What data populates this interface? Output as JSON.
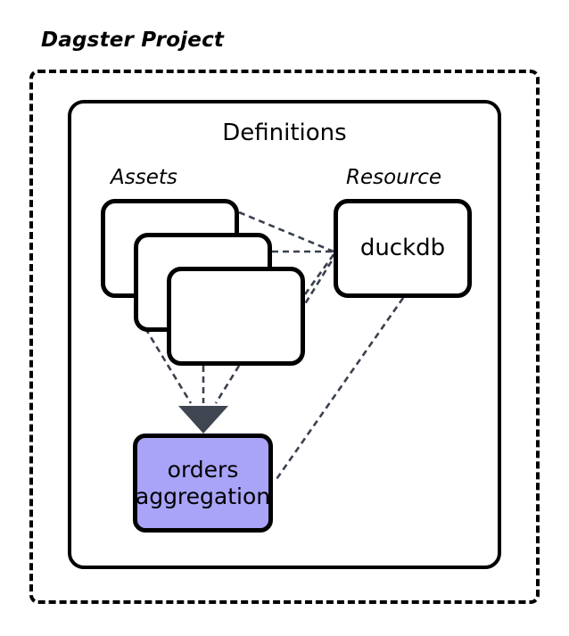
{
  "diagram": {
    "title": "Dagster Project",
    "container": {
      "label": "Definitions",
      "style": "solid-rounded"
    },
    "frame_style": "dashed-rounded",
    "sections": [
      {
        "id": "assets",
        "caption": "Assets"
      },
      {
        "id": "resource",
        "caption": "Resource"
      }
    ],
    "nodes": {
      "asset_cards": [
        {
          "id": "asset-card-1",
          "label": ""
        },
        {
          "id": "asset-card-2",
          "label": ""
        },
        {
          "id": "asset-card-3",
          "label": ""
        }
      ],
      "resource": {
        "id": "duckdb",
        "label": "duckdb"
      },
      "downstream": {
        "id": "orders-aggregation",
        "label_line_1": "orders",
        "label_line_2": "aggregation",
        "fill": "#a9a4f7"
      }
    },
    "edges": [
      {
        "from": "asset-card-1",
        "to": "duckdb",
        "style": "dashed",
        "arrow": false
      },
      {
        "from": "asset-card-2",
        "to": "duckdb",
        "style": "dashed",
        "arrow": false
      },
      {
        "from": "asset-card-3",
        "to": "duckdb",
        "style": "dashed",
        "arrow": false
      },
      {
        "from": "asset-card-1",
        "to": "orders-aggregation",
        "style": "dashed",
        "arrow": true
      },
      {
        "from": "asset-card-2",
        "to": "orders-aggregation",
        "style": "dashed",
        "arrow": true
      },
      {
        "from": "asset-card-3",
        "to": "orders-aggregation",
        "style": "dashed",
        "arrow": true
      },
      {
        "from": "duckdb",
        "to": "orders-aggregation",
        "style": "dashed",
        "arrow": false
      }
    ],
    "colors": {
      "stroke": "#000000",
      "edge": "#3a414e",
      "arrowhead": "#3f4652",
      "downstream_fill": "#a9a4f7",
      "background": "#ffffff"
    }
  }
}
